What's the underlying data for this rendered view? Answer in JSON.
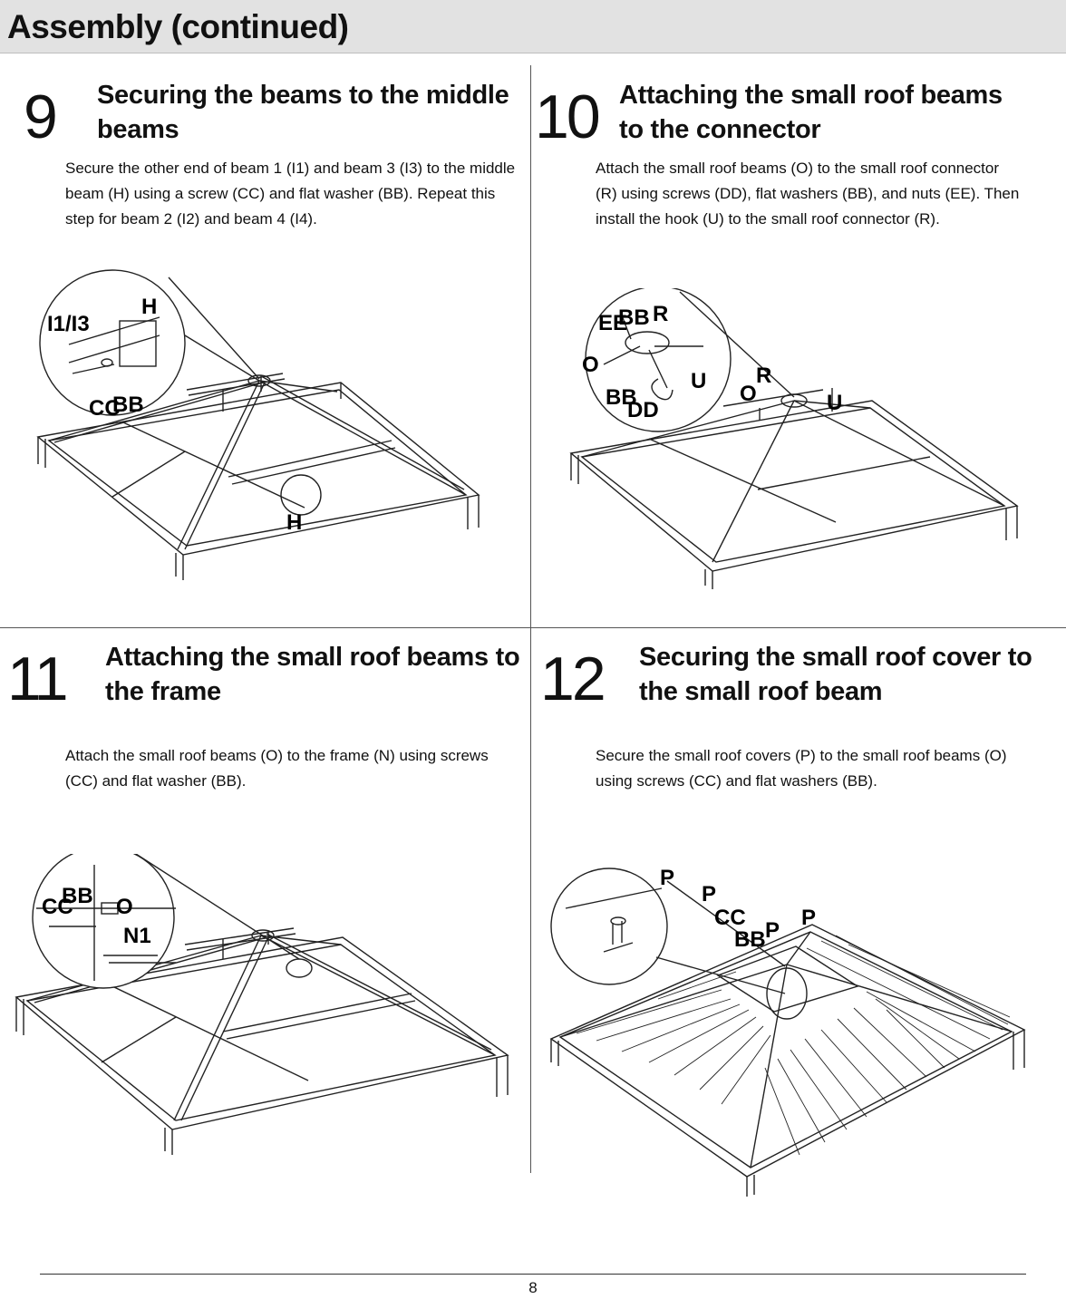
{
  "header": {
    "title": "Assembly (continued)"
  },
  "steps": [
    {
      "number": "9",
      "title_line1": "Securing the beams to the middle",
      "title_line2": "beams",
      "text_line1": "Secure the other end of beam 1 (I1) and beam 3 (I3) to the middle",
      "text_line2": "beam (H) using a screw (CC) and flat washer (BB). Repeat this",
      "text_line3": "step for beam 2 (I2) and beam 4 (I4).",
      "labels": {
        "i1i3": "I1/I3",
        "h_top": "H",
        "cc": "CC",
        "bb": "BB",
        "h_bottom": "H"
      }
    },
    {
      "number": "10",
      "title_line1": "Attaching the small roof beams",
      "title_line2": "to the connector",
      "text_line1": "Attach the small roof beams (O) to the small roof connector",
      "text_line2": "(R) using screws (DD), flat washers (BB), and nuts (EE). Then",
      "text_line3": "install the hook (U) to the small roof connector (R).",
      "labels": {
        "ee": "EE",
        "bb": "BB",
        "r": "R",
        "o": "O",
        "u": "U",
        "bb2": "BB",
        "dd": "DD",
        "o2": "O",
        "r2": "R",
        "u2": "U"
      }
    },
    {
      "number": "11",
      "title_line1": "Attaching the small roof beams to",
      "title_line2": "the frame",
      "text_line1": "Attach the small roof beams (O) to the frame (N) using screws",
      "text_line2": "(CC) and flat washer (BB).",
      "labels": {
        "cc": "CC",
        "bb": "BB",
        "o": "O",
        "n1": "N1"
      }
    },
    {
      "number": "12",
      "title_line1": "Securing the small roof cover to",
      "title_line2": "the small roof beam",
      "text_line1": "Secure the small roof covers (P) to the small roof beams (O)",
      "text_line2": " using screws (CC) and flat washers (BB).",
      "labels": {
        "p1": "P",
        "p2": "P",
        "cc": "CC",
        "bb": "BB",
        "p3": "P",
        "p4": "P"
      }
    }
  ],
  "footer": {
    "page_number": "8"
  }
}
